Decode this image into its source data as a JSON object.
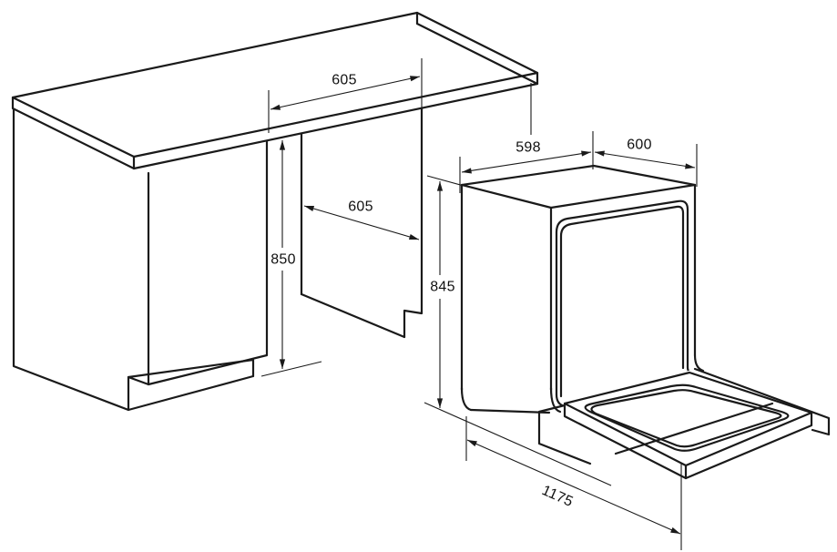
{
  "drawing": {
    "background": "#ffffff",
    "line_color": "#1a1a1a",
    "counter": {
      "top_width": "605",
      "niche_width": "605",
      "niche_height": "850"
    },
    "dishwasher": {
      "depth": "598",
      "width": "600",
      "height": "845",
      "depth_door_open": "1175"
    }
  }
}
